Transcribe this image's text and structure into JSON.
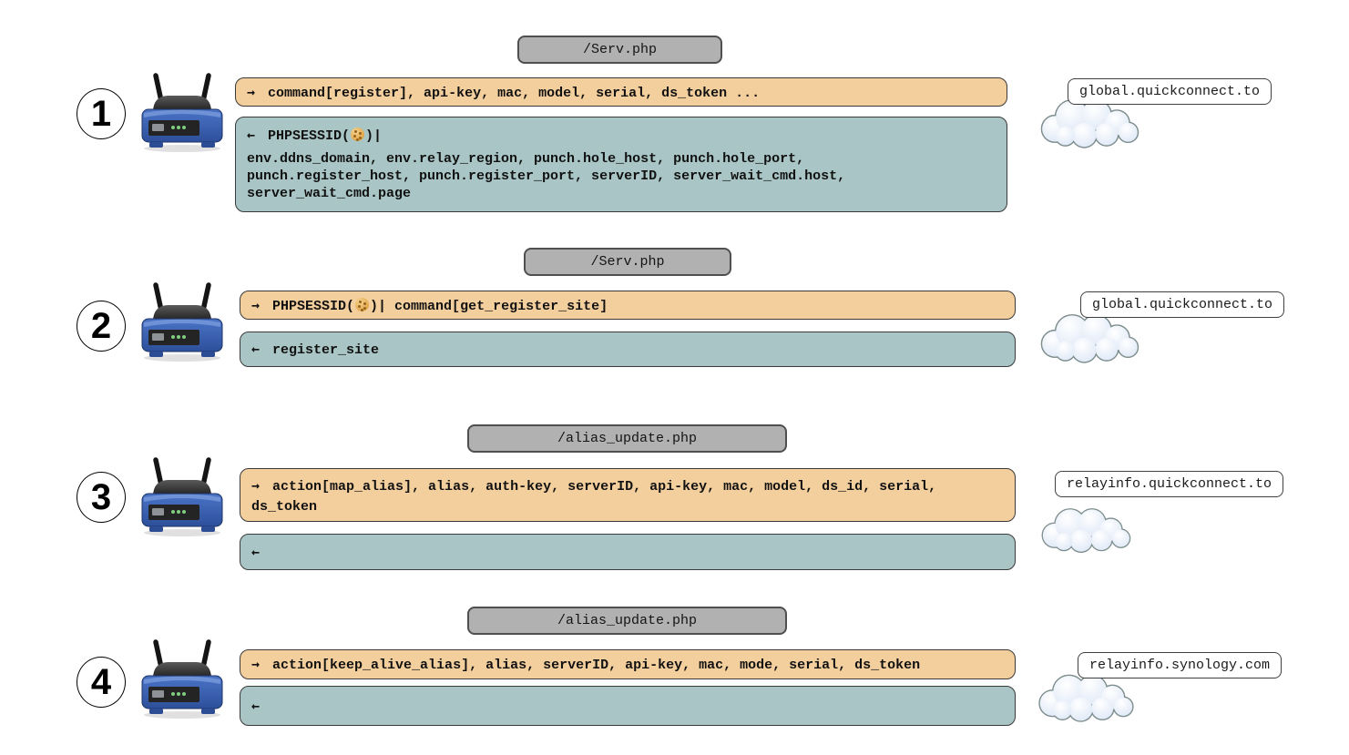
{
  "glyphs": {
    "request_arrow": "→",
    "response_arrow": "←"
  },
  "colors": {
    "request_bg": "#f4cf9e",
    "response_bg": "#a9c5c5",
    "endpoint_bg": "#b1b1b1",
    "cloud_fill": "#d7e3f5",
    "router_blue": "#3a62b5"
  },
  "icons": {
    "device": "router-icon",
    "cloud": "cloud-icon",
    "cookie": "cookie-icon"
  },
  "sections": [
    {
      "number": "1",
      "endpoint": "/Serv.php",
      "request": {
        "text": "command[register], api-key, mac, model, serial, ds_token ..."
      },
      "response": {
        "cookie_pre": "PHPSESSID(",
        "cookie_post": ")|",
        "body": "env.ddns_domain, env.relay_region, punch.hole_host, punch.hole_port,\npunch.register_host, punch.register_port, serverID, server_wait_cmd.host,\nserver_wait_cmd.page"
      },
      "cloud_label": "global.quickconnect.to"
    },
    {
      "number": "2",
      "endpoint": "/Serv.php",
      "request": {
        "cookie_pre": "PHPSESSID(",
        "cookie_post": ")| command[get_register_site]"
      },
      "response": {
        "text": "register_site"
      },
      "cloud_label": "global.quickconnect.to"
    },
    {
      "number": "3",
      "endpoint": "/alias_update.php",
      "request": {
        "text": "action[map_alias], alias, auth-key, serverID, api-key, mac, model, ds_id, serial,\nds_token"
      },
      "response": {
        "text": ""
      },
      "cloud_label": "relayinfo.quickconnect.to"
    },
    {
      "number": "4",
      "endpoint": "/alias_update.php",
      "request": {
        "text": "action[keep_alive_alias], alias, serverID, api-key, mac, mode, serial, ds_token"
      },
      "response": {
        "text": ""
      },
      "cloud_label": "relayinfo.synology.com"
    }
  ]
}
